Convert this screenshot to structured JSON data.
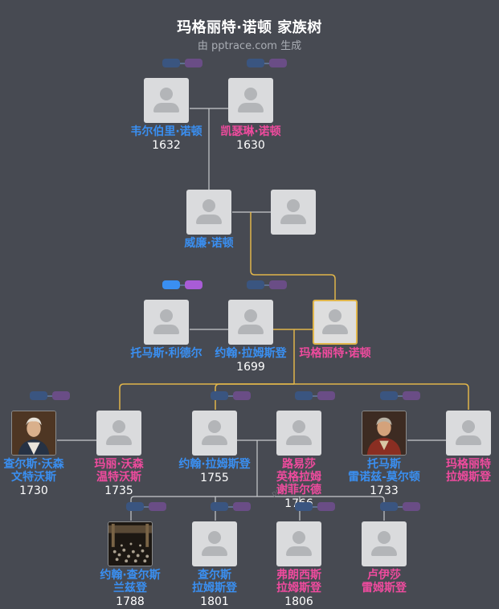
{
  "title": "玛格丽特·诺顿 家族树",
  "subtitle": "由 pptrace.com 生成",
  "colors": {
    "background": "#474a52",
    "male": "#3a8ff1",
    "female": "#ef4b9e",
    "lineage": "#e0b54a",
    "connector": "#c8cacd"
  },
  "people": {
    "p1": {
      "name": [
        "韦尔伯里·诺顿"
      ],
      "year": "1632",
      "gender": "m"
    },
    "p2": {
      "name": [
        "凯瑟琳·诺顿"
      ],
      "year": "1630",
      "gender": "f"
    },
    "p3": {
      "name": [
        "威廉·诺顿"
      ],
      "year": "",
      "gender": "m"
    },
    "p4": {
      "name": [
        ""
      ],
      "year": "",
      "gender": "f"
    },
    "p5": {
      "name": [
        "托马斯·利德尔"
      ],
      "year": "",
      "gender": "m"
    },
    "p6": {
      "name": [
        "约翰·拉姆斯登"
      ],
      "year": "1699",
      "gender": "m"
    },
    "p7": {
      "name": [
        "玛格丽特·诺顿"
      ],
      "year": "",
      "gender": "f"
    },
    "p8": {
      "name": [
        "查尔斯·沃森",
        "文特沃斯"
      ],
      "year": "1730",
      "gender": "m"
    },
    "p9": {
      "name": [
        "玛丽·沃森",
        "温特沃斯"
      ],
      "year": "1735",
      "gender": "f"
    },
    "p10": {
      "name": [
        "约翰·拉姆斯登"
      ],
      "year": "1755",
      "gender": "m"
    },
    "p11": {
      "name": [
        "路易莎",
        "英格拉姆",
        "谢菲尔德"
      ],
      "year": "1766",
      "gender": "f"
    },
    "p12": {
      "name": [
        "托马斯",
        "雷诺兹-莫尔顿"
      ],
      "year": "1733",
      "gender": "m"
    },
    "p13": {
      "name": [
        "玛格丽特",
        "拉姆斯登"
      ],
      "year": "",
      "gender": "f"
    },
    "p14": {
      "name": [
        "约翰·查尔斯",
        "兰兹登"
      ],
      "year": "1788",
      "gender": "m"
    },
    "p15": {
      "name": [
        "查尔斯",
        "拉姆斯登"
      ],
      "year": "1801",
      "gender": "m"
    },
    "p16": {
      "name": [
        "弗朗西斯",
        "拉姆斯登"
      ],
      "year": "1806",
      "gender": "f"
    },
    "p17": {
      "name": [
        "卢伊莎",
        "雷姆斯登"
      ],
      "year": "",
      "gender": "f"
    }
  }
}
